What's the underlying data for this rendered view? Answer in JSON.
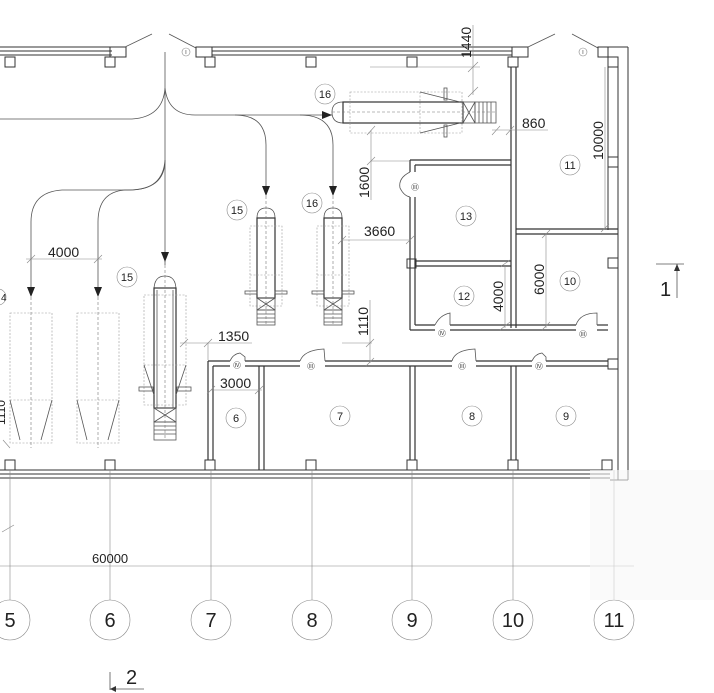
{
  "drawing": {
    "type": "floor plan",
    "line_color": "#333333",
    "background": "#ffffff"
  },
  "axes": {
    "labels": [
      "5",
      "6",
      "7",
      "8",
      "9",
      "10",
      "11"
    ]
  },
  "dimensions": {
    "overall": "60000",
    "d_1440": "1440",
    "d_860": "860",
    "d_10000": "10000",
    "d_1600": "1600",
    "d_3660": "3660",
    "d_4000_left": "4000",
    "d_6000": "6000",
    "d_4000_room12": "4000",
    "d_1350": "1350",
    "d_1110": "1110",
    "d_3000": "3000",
    "d_left_cut": "1110"
  },
  "rooms": [
    {
      "id": "6"
    },
    {
      "id": "7"
    },
    {
      "id": "8"
    },
    {
      "id": "9"
    },
    {
      "id": "10"
    },
    {
      "id": "11"
    },
    {
      "id": "12"
    },
    {
      "id": "13"
    }
  ],
  "equipment": {
    "eq15_a": "15",
    "eq15_b": "15",
    "eq16_a": "16",
    "eq16_b": "16",
    "eq14_partial": "4"
  },
  "doors": {
    "gate_left": "I",
    "gate_right": "I",
    "d_room6": "IV",
    "d_room7": "III",
    "d_room8": "III",
    "d_room9": "IV",
    "d_room12": "IV",
    "d_room10": "III",
    "d_room13": "III"
  },
  "sections": {
    "section_1": "1",
    "section_2": "2"
  }
}
